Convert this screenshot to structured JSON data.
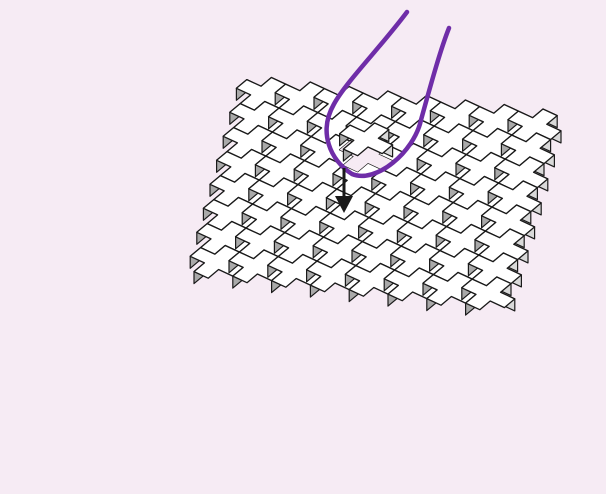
{
  "diagram": {
    "type": "isometric-tiling",
    "tile_shape": "plus-cross",
    "grid_rows": 8,
    "grid_cols": 8,
    "lifted_tile": {
      "row": 2,
      "col": 3
    },
    "colors": {
      "background": "#f6ebf4",
      "tile_top": "#ffffff",
      "tile_side_light": "#d9d9d9",
      "tile_side_dark": "#a9a9a9",
      "outline": "#1a1a1a",
      "string": "#6f2da8",
      "arrow": "#1a1a1a"
    },
    "elements": [
      "tile-grid",
      "lifted-tile",
      "pull-string",
      "down-arrow"
    ]
  }
}
